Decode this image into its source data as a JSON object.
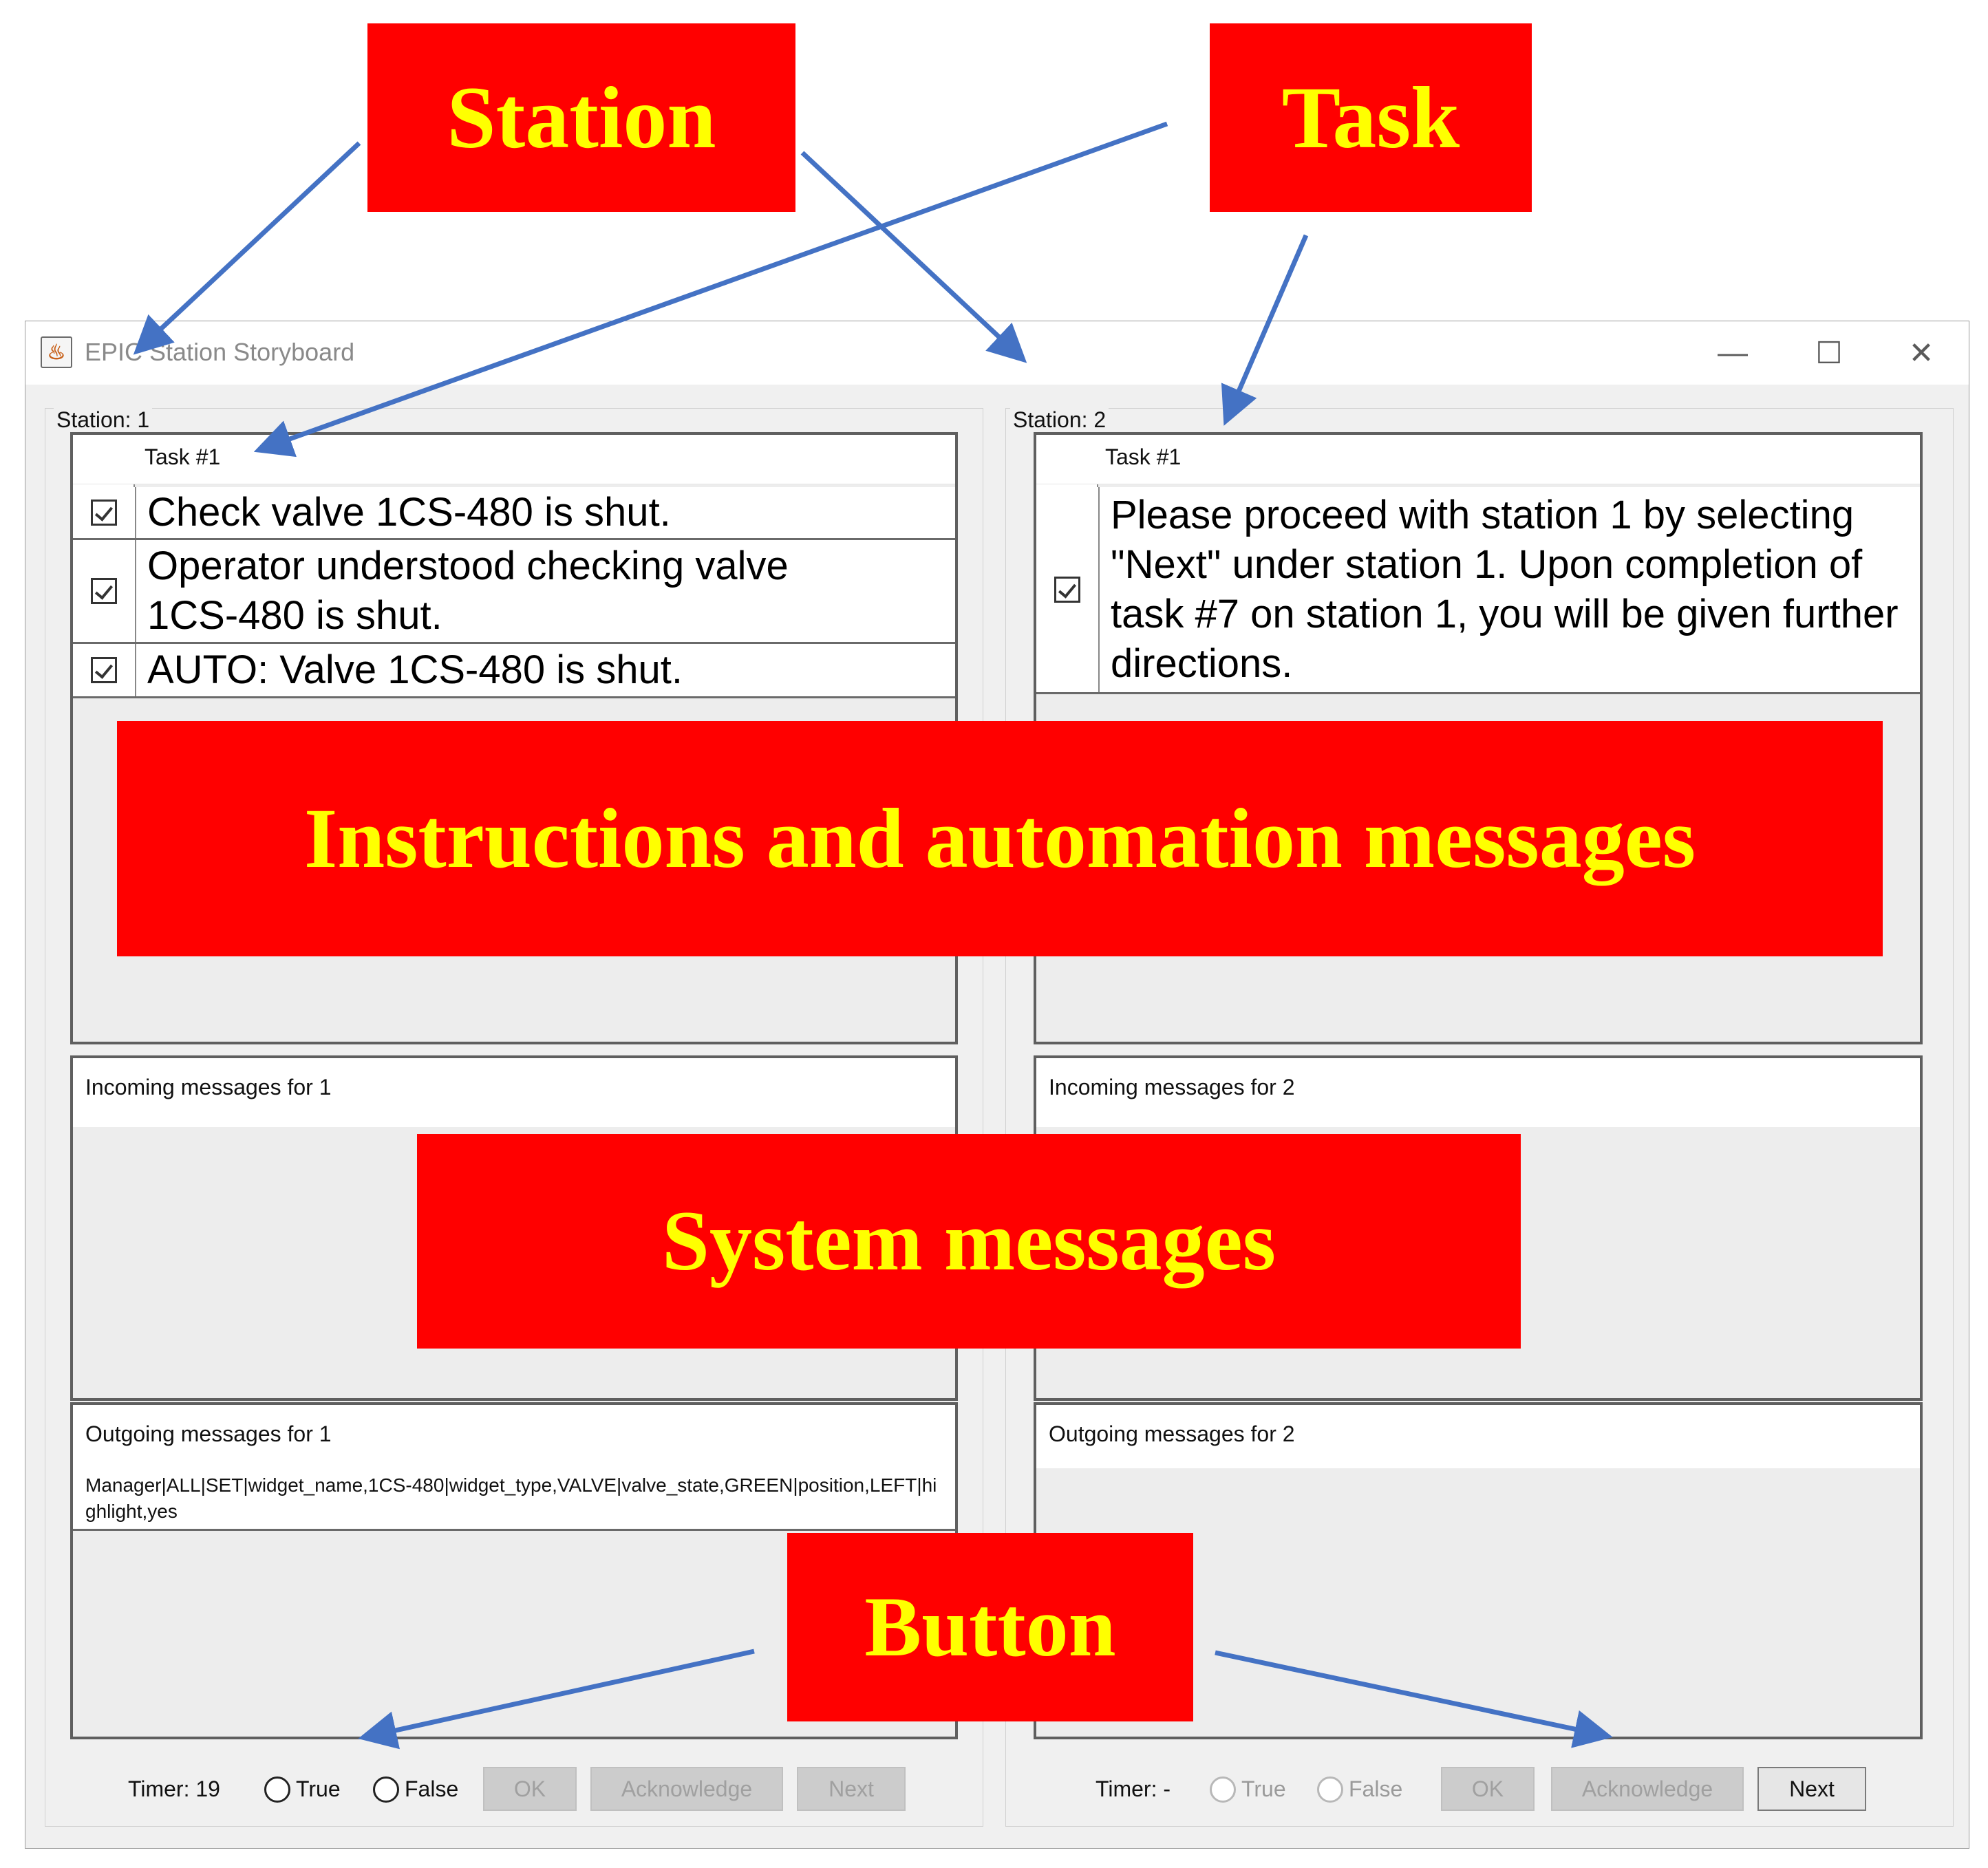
{
  "window": {
    "title": "EPIC Station Storyboard",
    "minimize_glyph": "—",
    "maximize_glyph": "☐",
    "close_glyph": "✕"
  },
  "stations": [
    {
      "label": "Station: 1",
      "task_header": "Task #1",
      "task_rows": [
        {
          "checked": true,
          "text": "Check valve 1CS-480 is shut."
        },
        {
          "checked": true,
          "text": "Operator understood checking valve 1CS-480 is shut."
        },
        {
          "checked": true,
          "text": "AUTO: Valve 1CS-480 is shut."
        }
      ],
      "incoming_header": "Incoming messages for 1",
      "outgoing_header": "Outgoing messages for 1",
      "outgoing_messages": [
        "Manager|ALL|SET|widget_name,1CS-480|widget_type,VALVE|valve_state,GREEN|position,LEFT|highlight,yes"
      ],
      "timer": "Timer: 19",
      "radio_true": "True",
      "radio_false": "False",
      "ok_label": "OK",
      "ack_label": "Acknowledge",
      "next_label": "Next"
    },
    {
      "label": "Station: 2",
      "task_header": "Task #1",
      "task_rows": [
        {
          "checked": true,
          "text": "Please proceed with station 1 by selecting \"Next\" under station 1. Upon completion of task #7 on station 1, you will be given further directions."
        }
      ],
      "incoming_header": "Incoming messages for 2",
      "outgoing_header": "Outgoing messages for 2",
      "outgoing_messages": [],
      "timer": "Timer: -",
      "radio_true": "True",
      "radio_false": "False",
      "ok_label": "OK",
      "ack_label": "Acknowledge",
      "next_label": "Next"
    }
  ],
  "annotations": {
    "station": "Station",
    "task": "Task",
    "instructions": "Instructions and automation messages",
    "system": "System messages",
    "button": "Button"
  },
  "colors": {
    "callout_bg": "#ff0000",
    "callout_text": "#ffff00",
    "arrow": "#4472c4"
  }
}
